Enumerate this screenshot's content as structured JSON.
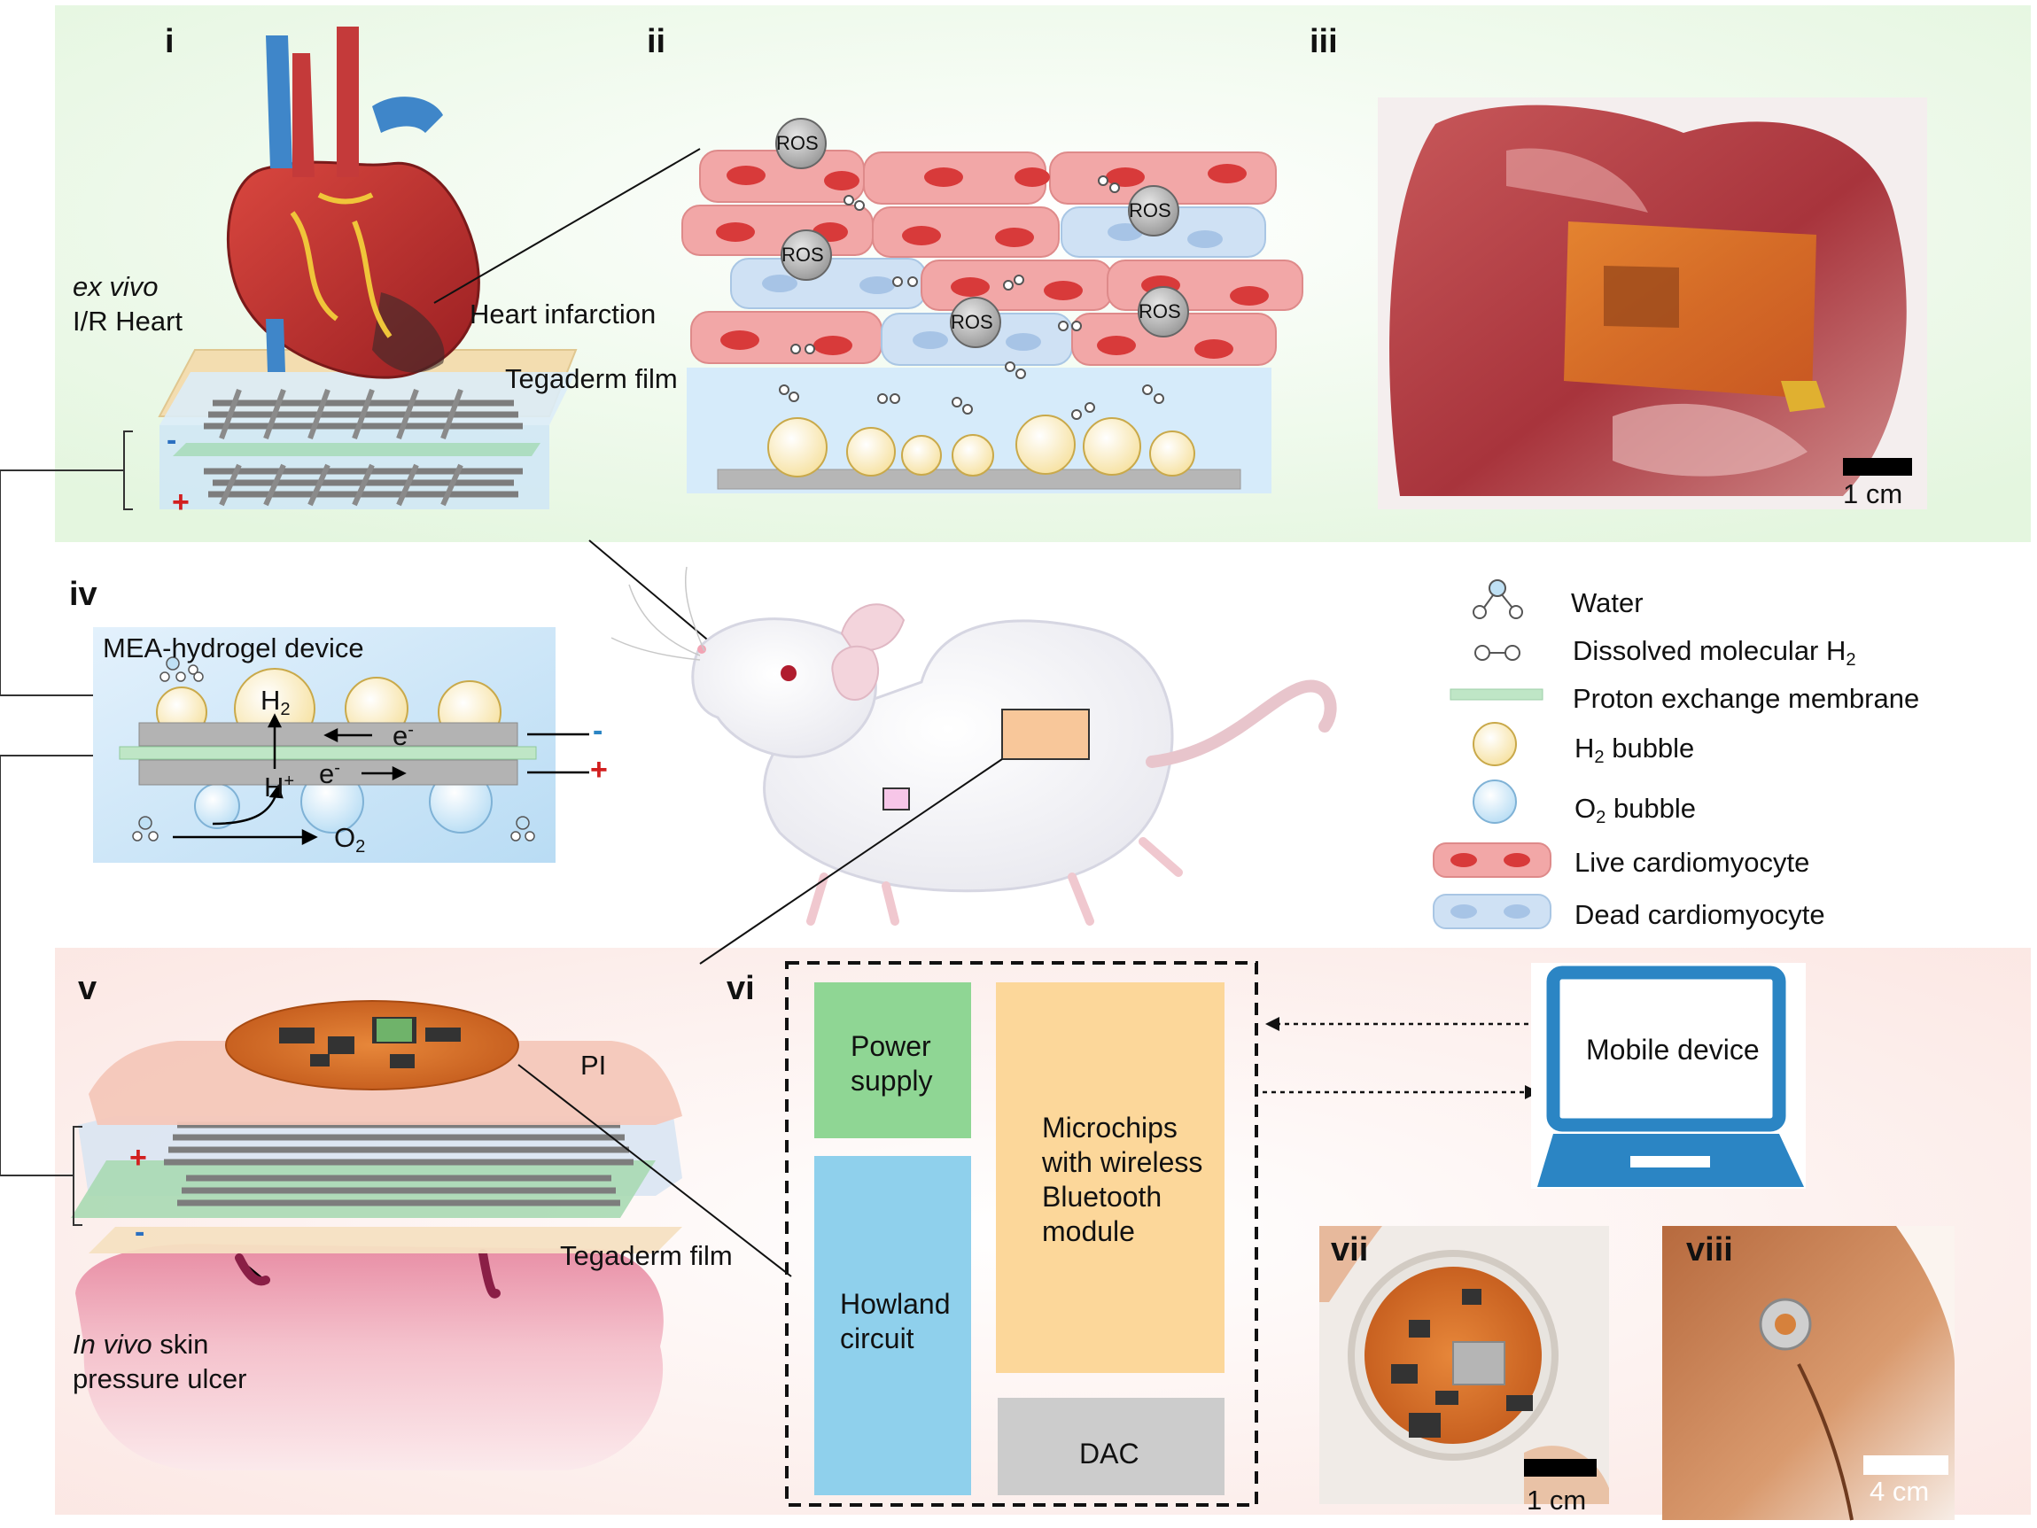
{
  "panels": {
    "i": "i",
    "ii": "ii",
    "iii": "iii",
    "iv": "iv",
    "v": "v",
    "vi": "vi",
    "vii": "vii",
    "viii": "viii"
  },
  "top": {
    "exvivo_italic": "ex vivo",
    "ir_heart": "I/R Heart",
    "heart_infarction": "Heart infarction",
    "tegaderm": "Tegaderm film",
    "ros": "ROS",
    "scale_iii": "1 cm",
    "minus": "-",
    "plus": "+"
  },
  "device": {
    "title": "MEA-hydrogel device",
    "h": "H",
    "h_sub": "2",
    "e": "e",
    "e_sup": "-",
    "hplus": "H",
    "hplus_sup": "+",
    "o": "O",
    "o_sub": "2",
    "minus": "-",
    "plus": "+"
  },
  "legend": {
    "water": "Water",
    "dissolved_a": "Dissolved molecular H",
    "dissolved_sub": "2",
    "pem": "Proton exchange membrane",
    "h2_a": "H",
    "h2_sub": "2",
    "h2_b": " bubble",
    "o2_a": "O",
    "o2_sub": "2",
    "o2_b": " bubble",
    "live": "Live cardiomyocyte",
    "dead": "Dead cardiomyocyte"
  },
  "bottom": {
    "pi": "PI",
    "tegaderm": "Tegaderm film",
    "invivo_italic": "In vivo",
    "skin": " skin",
    "ulcer": "pressure ulcer",
    "plus": "+",
    "minus": "-"
  },
  "circuit": {
    "power_1": "Power",
    "power_2": "supply",
    "micro_1": "Microchips",
    "micro_2": "with wireless",
    "micro_3": "Bluetooth",
    "micro_4": "module",
    "howland_1": "Howland",
    "howland_2": "circuit",
    "dac": "DAC",
    "mobile": "Mobile device"
  },
  "photos": {
    "scale_vii": "1 cm",
    "scale_viii": "4 cm"
  },
  "colors": {
    "top_bg": "#eaf8e6",
    "bottom_bg": "#fcebe8",
    "power": "#8fd694",
    "micro": "#fcd79a",
    "howland": "#8fd0ec",
    "dac": "#cccccc",
    "laptop": "#2b85c4",
    "live_cell": "#f2a7a7",
    "nucleus": "#d83a3a",
    "dead_cell": "#cfe1f4",
    "h2_bubble": "#fff2c8",
    "o2_bubble": "#d8ecfa",
    "pem": "#bfe6c6",
    "pink_box": "#f7c6e8",
    "orange_box": "#f8c79a"
  }
}
